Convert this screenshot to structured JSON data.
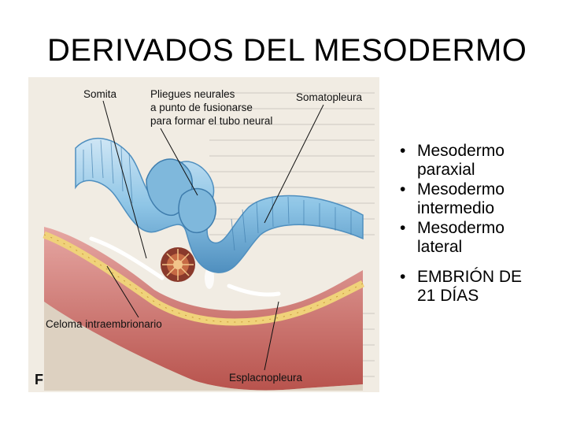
{
  "slide": {
    "title": "DERIVADOS DEL MESODERMO"
  },
  "figure": {
    "panel_letter": "F",
    "labels": {
      "somita": "Somita",
      "pliegues_1": "Pliegues neurales",
      "pliegues_2": "a punto de fusionarse",
      "pliegues_3": "para formar el tubo neural",
      "somatopleura": "Somatopleura",
      "celoma": "Celoma intraembrionario",
      "esplacnopleura": "Esplacnopleura"
    }
  },
  "bullets": [
    {
      "bullet": "•",
      "lines": [
        "Mesodermo",
        "paraxial"
      ]
    },
    {
      "bullet": "•",
      "lines": [
        "Mesodermo",
        "intermedio"
      ]
    },
    {
      "bullet": "•",
      "lines": [
        "Mesodermo",
        "lateral"
      ]
    },
    {
      "bullet": "•",
      "lines": [
        "EMBRIÓN DE",
        "21 DÍAS"
      ]
    }
  ],
  "colors": {
    "ectoderm_blue": "#8ec5e6",
    "ectoderm_dark": "#4f8fbf",
    "mesoderm_pink": "#d98a86",
    "mesoderm_dark": "#a8403c",
    "endoderm_yellow": "#f0d27a",
    "page_bg": "#f1ece3"
  }
}
